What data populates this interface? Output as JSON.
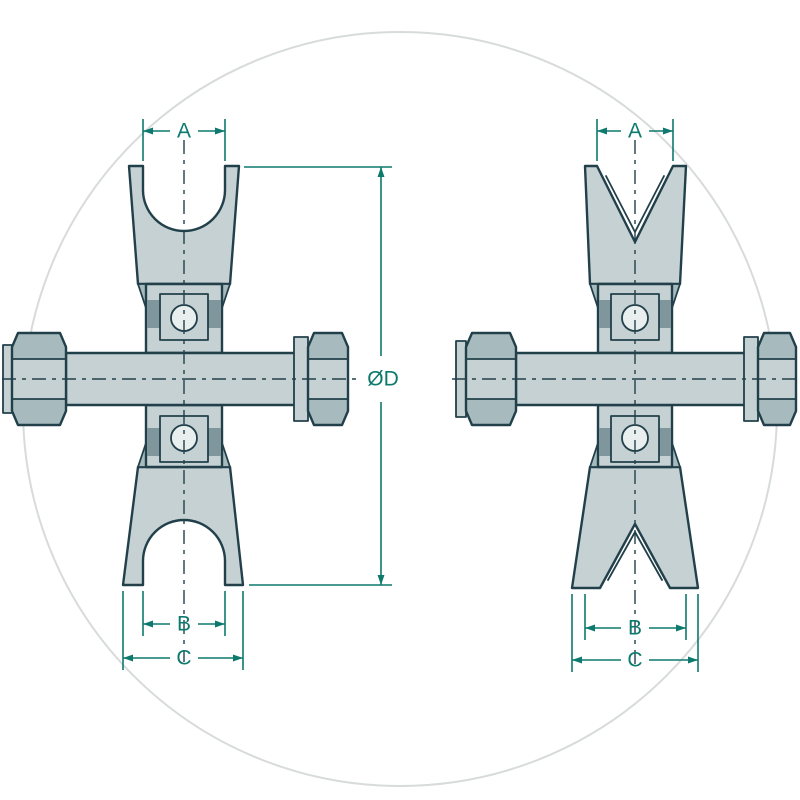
{
  "diagram": {
    "left_view": {
      "groove_type": "u-groove-pulley",
      "dim_a": "A",
      "dim_d": "ØD",
      "dim_b": "B",
      "dim_c": "C"
    },
    "right_view": {
      "groove_type": "v-groove-pulley",
      "dim_a": "A",
      "dim_b": "B",
      "dim_c": "C"
    }
  },
  "colors": {
    "outline": "#22404a",
    "fill-light": "#c6d1d3",
    "fill-mid": "#a7bbbf",
    "fill-dark": "#7e969c",
    "fill-ball": "#e9efef",
    "dimension": "#0d7a6d",
    "watermark": "#d8dbdb",
    "background": "#ffffff"
  }
}
